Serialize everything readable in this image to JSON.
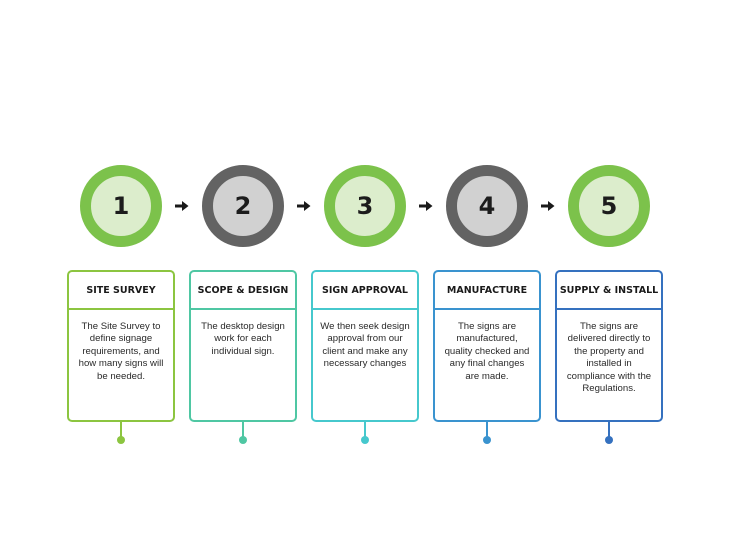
{
  "steps": [
    {
      "number": "1",
      "title": "SITE SURVEY",
      "text": "The Site Survey to define signage requirements, and how many signs will be needed.",
      "ring": "green",
      "color": "#8cc540"
    },
    {
      "number": "2",
      "title": "SCOPE & DESIGN",
      "text": "The desktop design work for each individual sign.",
      "ring": "gray",
      "color": "#4fc7a3"
    },
    {
      "number": "3",
      "title": "SIGN APPROVAL",
      "text": "We then seek design approval from our client and make any necessary changes",
      "ring": "green",
      "color": "#46c8cd"
    },
    {
      "number": "4",
      "title": "MANUFACTURE",
      "text": "The signs are manufactured, quality checked and any final changes are made.",
      "ring": "gray",
      "color": "#3a93cf"
    },
    {
      "number": "5",
      "title": "SUPPLY & INSTALL",
      "text": "The signs are delivered directly to the property and installed in compliance with the Regulations.",
      "ring": "green",
      "color": "#3571bf"
    }
  ],
  "colors": {
    "ring_green": "#7cc24b",
    "ring_gray": "#636363",
    "arrow": "#1a1a1a"
  }
}
